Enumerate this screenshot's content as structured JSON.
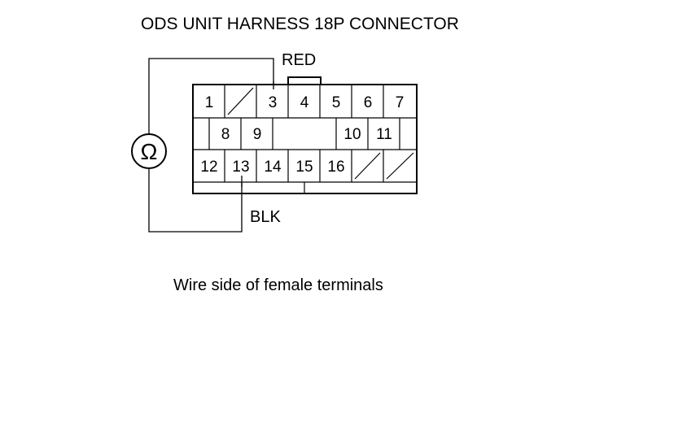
{
  "title": "ODS UNIT HARNESS 18P CONNECTOR",
  "wires": {
    "red_label": "RED",
    "blk_label": "BLK"
  },
  "meter_symbol": "Ω",
  "meter_icon": "ohmmeter-icon",
  "terminals": {
    "row1": [
      "1",
      "",
      "3",
      "4",
      "5",
      "6",
      "7"
    ],
    "row2": [
      "8",
      "9",
      "10",
      "11"
    ],
    "row3": [
      "12",
      "13",
      "14",
      "15",
      "16",
      "",
      ""
    ]
  },
  "caption": "Wire side of female terminals"
}
